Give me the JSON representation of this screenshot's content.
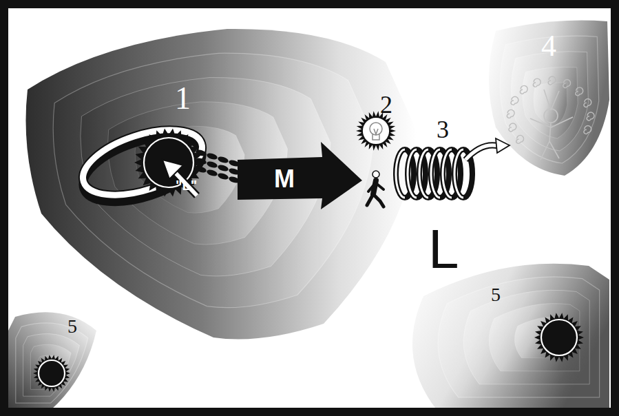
{
  "diagram": {
    "nodes": [
      {
        "text": [
          "1"
        ]
      },
      {
        "text": [
          "4"
        ]
      },
      {
        "text": [
          "5"
        ]
      },
      {
        "text": [
          "5"
        ]
      }
    ],
    "labels": [
      "\"L\"",
      "M",
      "2",
      "3",
      "L"
    ]
  }
}
